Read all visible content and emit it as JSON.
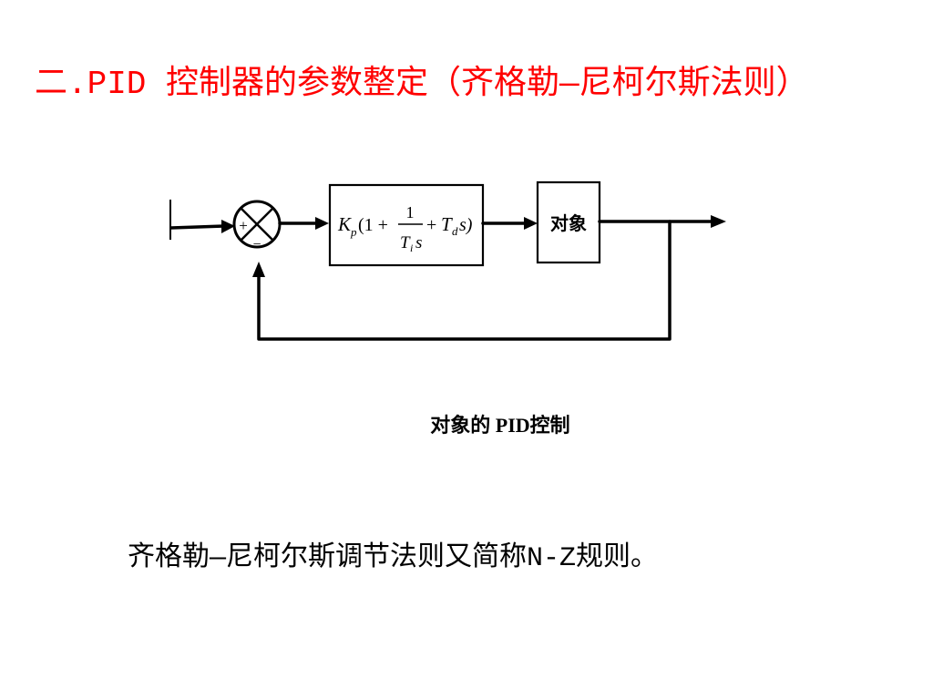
{
  "slide": {
    "title": "二.PID 控制器的参数整定（齐格勒—尼柯尔斯法则）",
    "body_text": "齐格勒—尼柯尔斯调节法则又简称N-Z规则。"
  },
  "diagram": {
    "summing_junction": {
      "plus_sign": "+",
      "minus_sign": "−"
    },
    "controller_block": {
      "formula": {
        "gain_symbol": "K",
        "gain_subscript": "p",
        "open_term": "(1 +",
        "fraction_numerator": "1",
        "integral_time_symbol": "T",
        "integral_time_subscript": "i",
        "laplace_variable": "s",
        "plus": "+",
        "derivative_time_symbol": "T",
        "derivative_time_subscript": "d",
        "close_term": "s)"
      }
    },
    "plant_block": {
      "label": "对象"
    },
    "caption": "对象的 PID控制"
  },
  "colors": {
    "title": "#ff0000",
    "text": "#000000",
    "lines": "#000000",
    "background": "#ffffff"
  }
}
